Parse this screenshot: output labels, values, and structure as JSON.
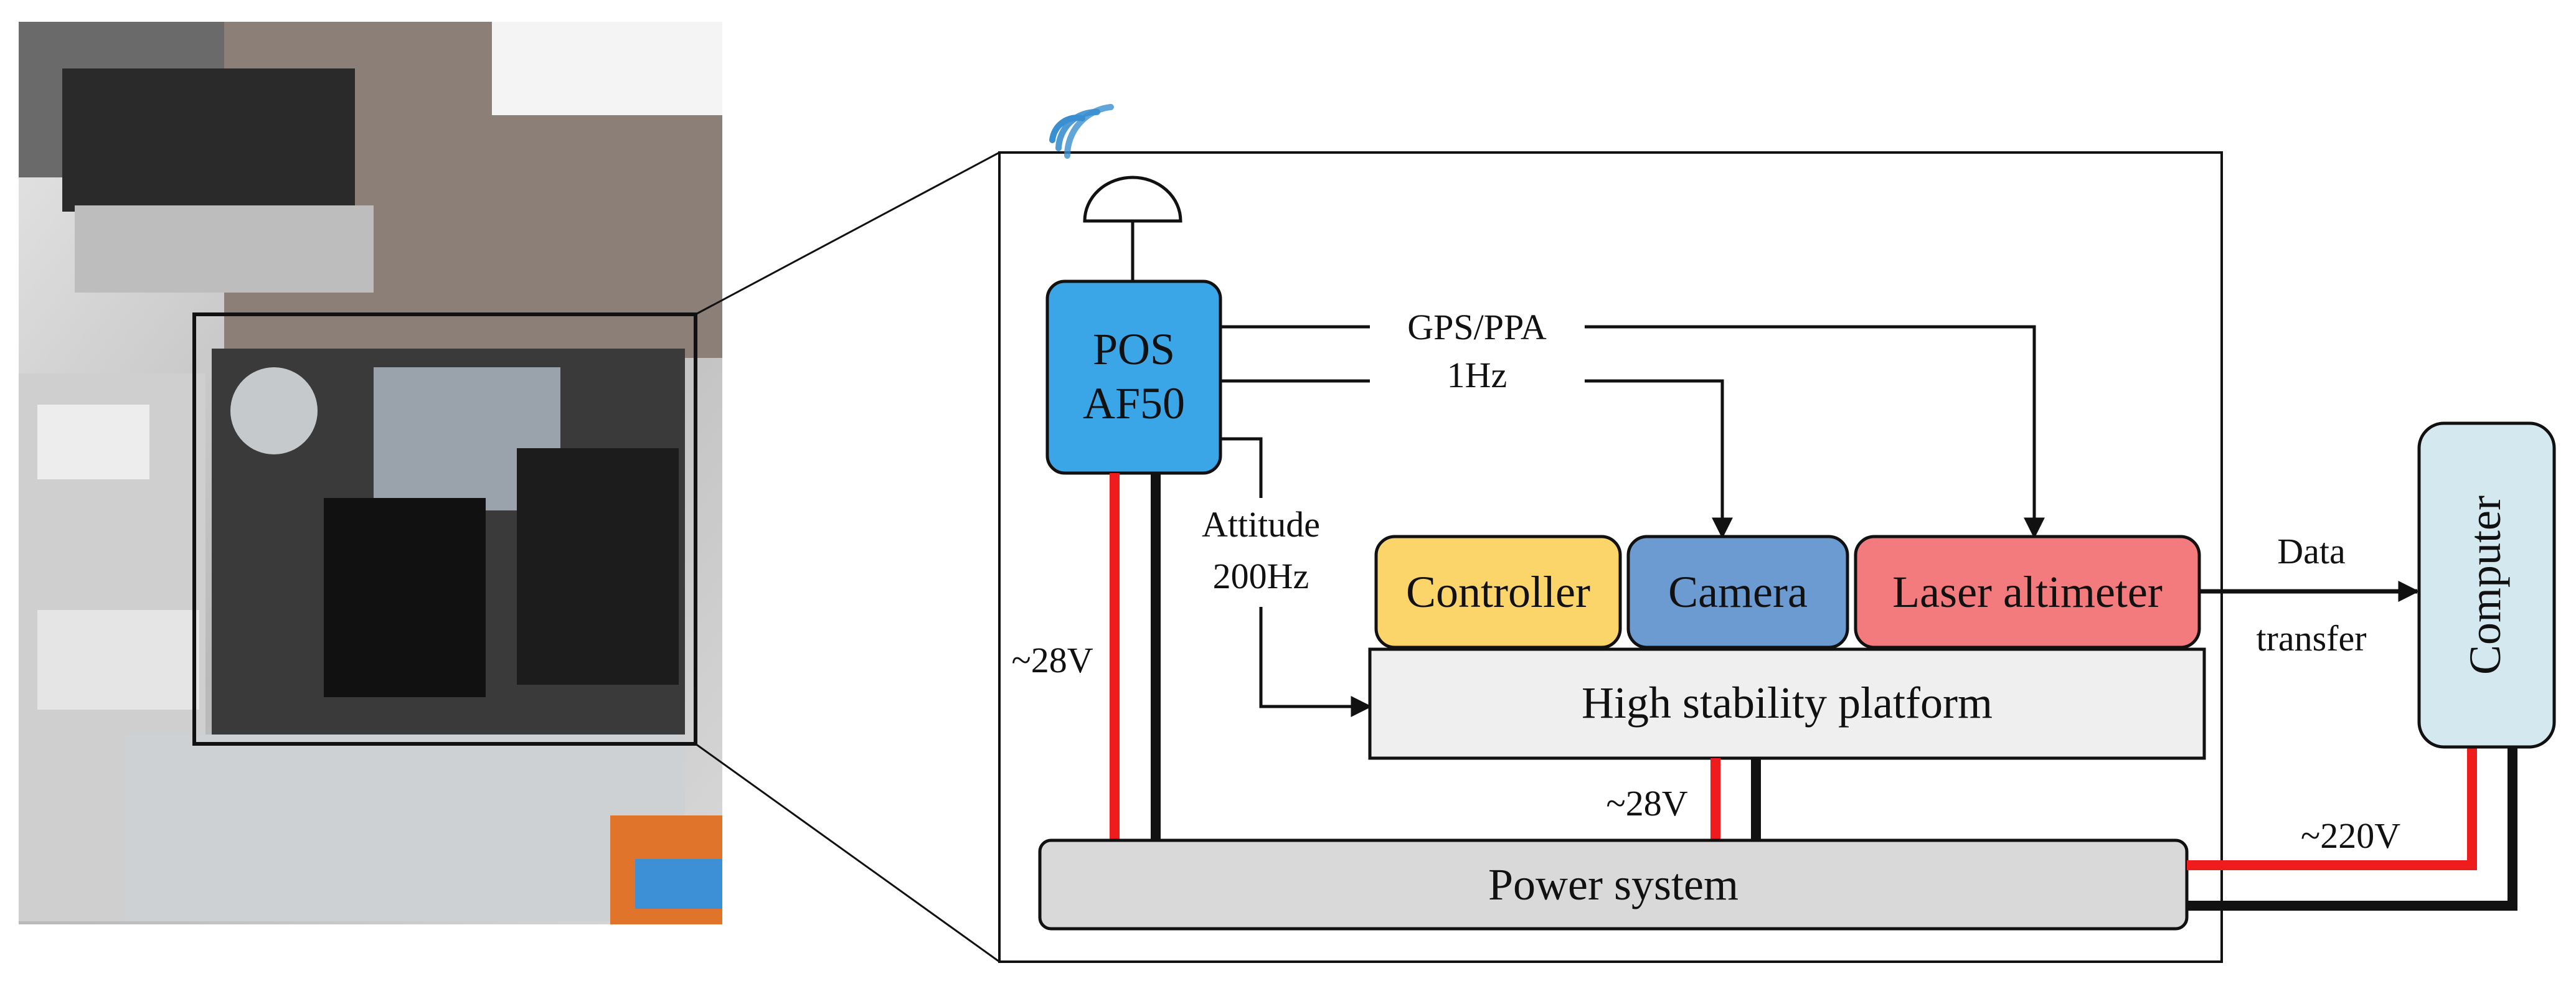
{
  "diagram": {
    "pos_unit": {
      "line1": "POS",
      "line2": "AF50"
    },
    "signal_gps": {
      "line1": "GPS/PPA",
      "line2": "1Hz"
    },
    "signal_attitude": {
      "line1": "Attitude",
      "line2": "200Hz"
    },
    "controller": "Controller",
    "camera": "Camera",
    "laser_altimeter": "Laser altimeter",
    "platform": "High stability platform",
    "power_system": "Power system",
    "computer": "Computer",
    "data_transfer": {
      "line1": "Data",
      "line2": "transfer"
    },
    "voltage_pos": "~28V",
    "voltage_platform": "~28V",
    "voltage_computer": "~220V"
  },
  "colors": {
    "pos": "#3aa6e8",
    "controller": "#fbd46a",
    "camera": "#6b9bd1",
    "laser": "#f37b7e",
    "platform": "#efefef",
    "power": "#d9d9d9",
    "computer": "#d3e9ef",
    "power_line": "#ee1c1c",
    "ground_line": "#111111",
    "antenna_waves": "#3a8fd0"
  },
  "photo": {
    "description_icon": "aircraft-equipment-photo"
  }
}
